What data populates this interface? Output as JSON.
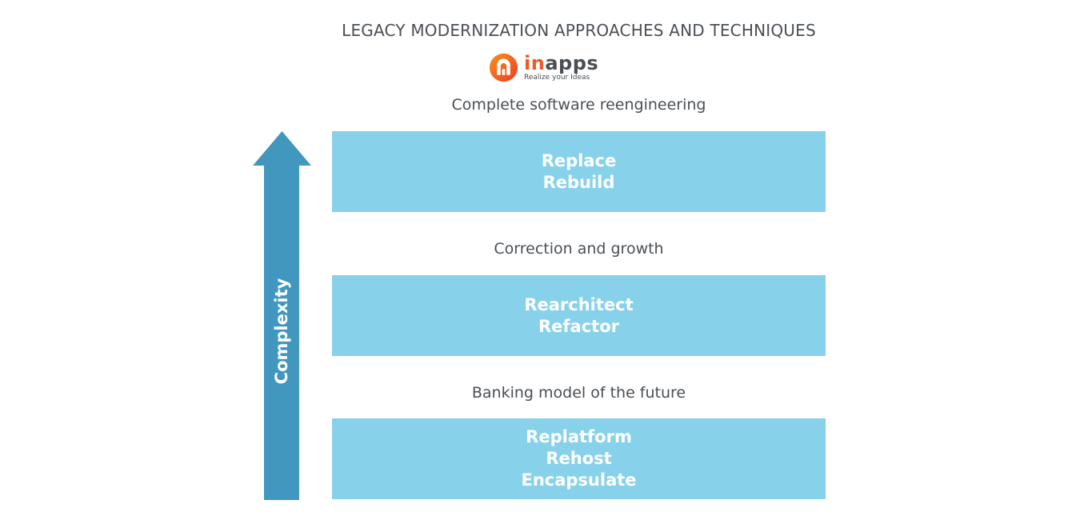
{
  "title": "LEGACY MODERNIZATION APPROACHES AND TECHNIQUES",
  "logo": {
    "name_highlight": "in",
    "name_rest": "apps",
    "tagline": "Realize your Ideas",
    "brand_color": "#f05a28"
  },
  "axis": {
    "label": "Complexity",
    "color": "#4197be",
    "direction": "up"
  },
  "tiers": [
    {
      "caption": "Complete software reengineering",
      "items": [
        "Replace",
        "Rebuild"
      ]
    },
    {
      "caption": "Correction and growth",
      "items": [
        "Rearchitect",
        "Refactor"
      ]
    },
    {
      "caption": "Banking model of the future",
      "items": [
        "Replatform",
        "Rehost",
        "Encapsulate"
      ]
    }
  ],
  "colors": {
    "box_fill": "#87d2ea",
    "text": "#4a4f55",
    "box_text": "#ffffff"
  }
}
